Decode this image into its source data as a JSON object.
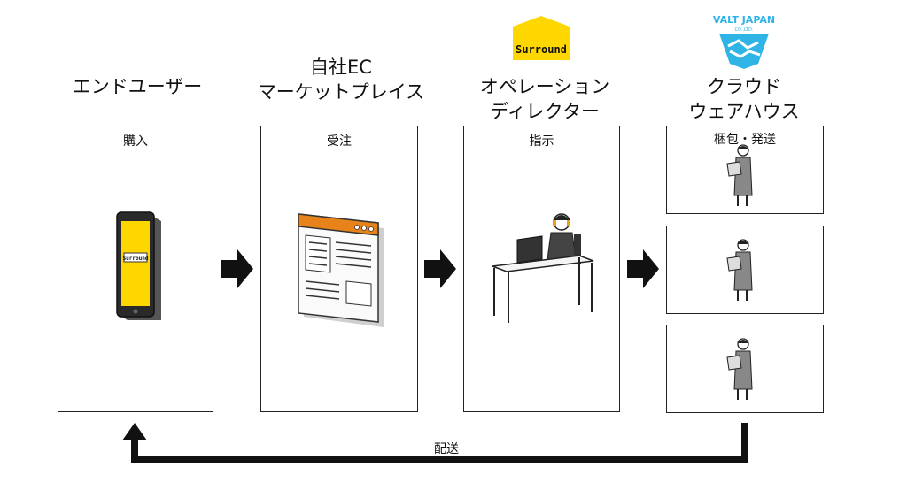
{
  "columns": [
    {
      "heading": "エンドユーザー",
      "box_label": "購入"
    },
    {
      "heading": "自社EC\nマーケットプレイス",
      "box_label": "受注"
    },
    {
      "heading": "オペレーション\nディレクター",
      "box_label": "指示"
    },
    {
      "heading": "クラウド\nウェアハウス",
      "box_label": "梱包・発送"
    }
  ],
  "logos": {
    "surround": "Surround",
    "valt_title": "VALT JAPAN",
    "valt_sub": "CO.,LTD."
  },
  "phone_screen_text": "Surround",
  "return_label": "配送",
  "colors": {
    "surround_yellow": "#FFD700",
    "browser_orange": "#E8821A",
    "valt_blue": "#2FB4E6"
  }
}
